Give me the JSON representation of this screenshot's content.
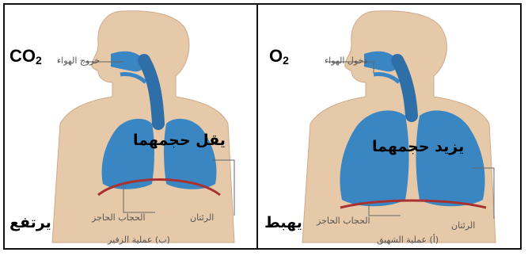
{
  "left_panel": {
    "gas": {
      "symbol": "CO",
      "subscript": "2"
    },
    "air_label": "خروج الهواء",
    "lung_effect": "يقل حجمهما",
    "diaphragm_label": "الحجاب الحاجز",
    "diaphragm_effect": "يرتفع",
    "lungs_label": "الرئتان",
    "caption": "(ب) عملية الزفير"
  },
  "right_panel": {
    "gas": {
      "symbol": "O",
      "subscript": "2"
    },
    "air_label": "دخول الهواء",
    "lung_effect": "يزيد حجمهما",
    "diaphragm_label": "الحجاب الحاجز",
    "diaphragm_effect": "يهبط",
    "lungs_label": "الرئتان",
    "caption": "(أ) عملية الشهيق"
  },
  "colors": {
    "skin": "#e6c9a8",
    "lung": "#3a86c2",
    "diaphragm": "#a83232",
    "airway": "#2f6fa8"
  }
}
